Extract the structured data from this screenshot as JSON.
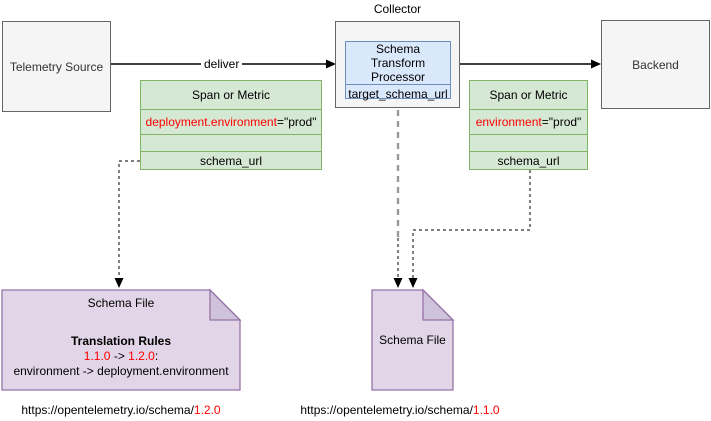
{
  "diagram": {
    "nodes": {
      "telemetry_source": "Telemetry Source",
      "collector": "Collector",
      "processor": {
        "title": "Schema Transform Processor",
        "field": "target_schema_url"
      },
      "backend": "Backend",
      "span_left": {
        "header": "Span or Metric",
        "attr_name": "deployment.environment",
        "attr_value": "=\"prod\"",
        "field": "schema_url"
      },
      "span_right": {
        "header": "Span or Metric",
        "attr_name": "environment",
        "attr_value": "=\"prod\"",
        "field": "schema_url"
      },
      "schema_file_left": {
        "title": "Schema File",
        "rules_heading": "Translation Rules",
        "version_from": "1.1.0",
        "version_sep": " -> ",
        "version_to": "1.2.0",
        "version_suffix": ":",
        "rule": "environment -> deployment.environment"
      },
      "schema_file_mid": {
        "title": "Schema File"
      }
    },
    "edge_labels": {
      "deliver": "deliver"
    },
    "urls": {
      "left": {
        "base": "https://opentelemetry.io/schema/",
        "version": "1.2.0"
      },
      "right": {
        "base": "https://opentelemetry.io/schema/",
        "version": "1.1.0"
      }
    },
    "colors": {
      "green_fill": "#d5e8d4",
      "green_stroke": "#82b366",
      "blue_fill": "#dae8fc",
      "blue_stroke": "#6c8ebf",
      "purple_fill": "#e1d5e7",
      "purple_flap": "#cfc2dd",
      "purple_stroke": "#9673a6",
      "gray_fill": "#f5f5f5",
      "gray_stroke": "#666666",
      "red_text": "#ff0000",
      "gray_dash": "#999999"
    }
  }
}
